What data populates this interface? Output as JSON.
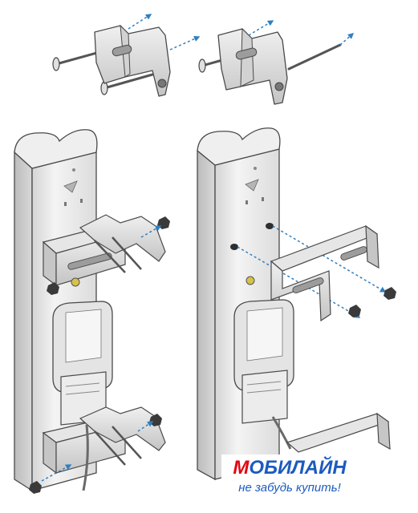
{
  "logo": {
    "brand_first": "М",
    "brand_rest": "ОБИЛАЙН",
    "slogan": "не забудь купить!"
  },
  "colors": {
    "logo_red": "#e30613",
    "logo_blue": "#1c5bbf",
    "arrow_blue": "#2e7fc2",
    "metal_light": "#e8e8e8",
    "metal_mid": "#cfcfcf",
    "metal_dark": "#a8a8a8",
    "outline": "#4a4a4a"
  },
  "icons": [
    "dashed-arrow-icon",
    "bolt-icon",
    "nut-icon"
  ]
}
